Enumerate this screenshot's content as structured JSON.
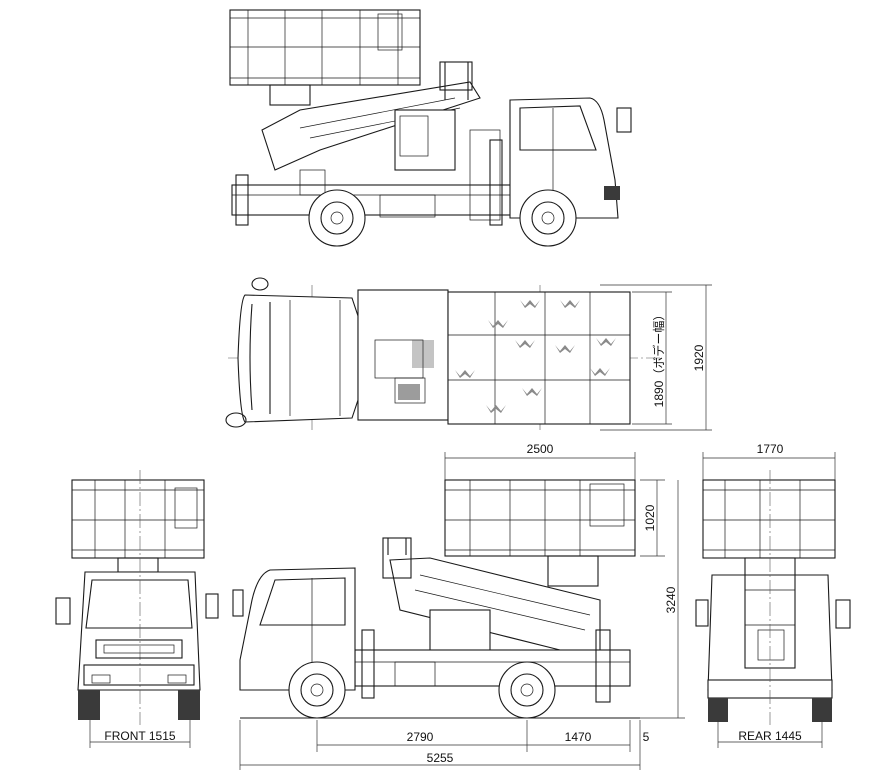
{
  "drawing": {
    "dimensions": {
      "platform_length": "2500",
      "platform_height": "1020",
      "overall_height": "3240",
      "top_width_body": "1890（ボデー幅）",
      "top_width_overall": "1920",
      "rear_platform_width": "1770",
      "wheelbase": "2790",
      "rear_overhang": "1470",
      "rear_gap": "5",
      "overall_length": "5255",
      "front_tread": "FRONT 1515",
      "rear_tread": "REAR 1445"
    }
  }
}
